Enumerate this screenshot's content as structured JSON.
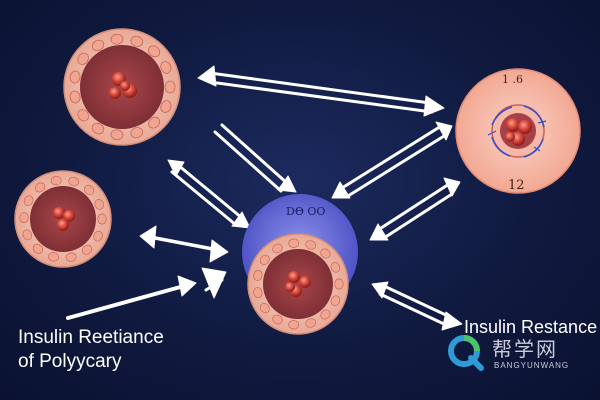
{
  "captions": {
    "left_line1": "Insulin Reetiance",
    "left_line2": "of Polyycary",
    "right": "Insulin Restance"
  },
  "cell_labels": {
    "right_top": "1 .6",
    "right_bottom": "12",
    "center_blue": "DΘ OO"
  },
  "watermark": {
    "chinese": "帮学网",
    "english": "BANGYUNWANG"
  },
  "colors": {
    "background": "#101a40",
    "cell_outer": "#f3c6b6",
    "cell_wall": "#b64f4c",
    "cell_nucleus": "#d9463a",
    "center_halo": "#5b5fd6",
    "arrow": "#ffffff"
  }
}
